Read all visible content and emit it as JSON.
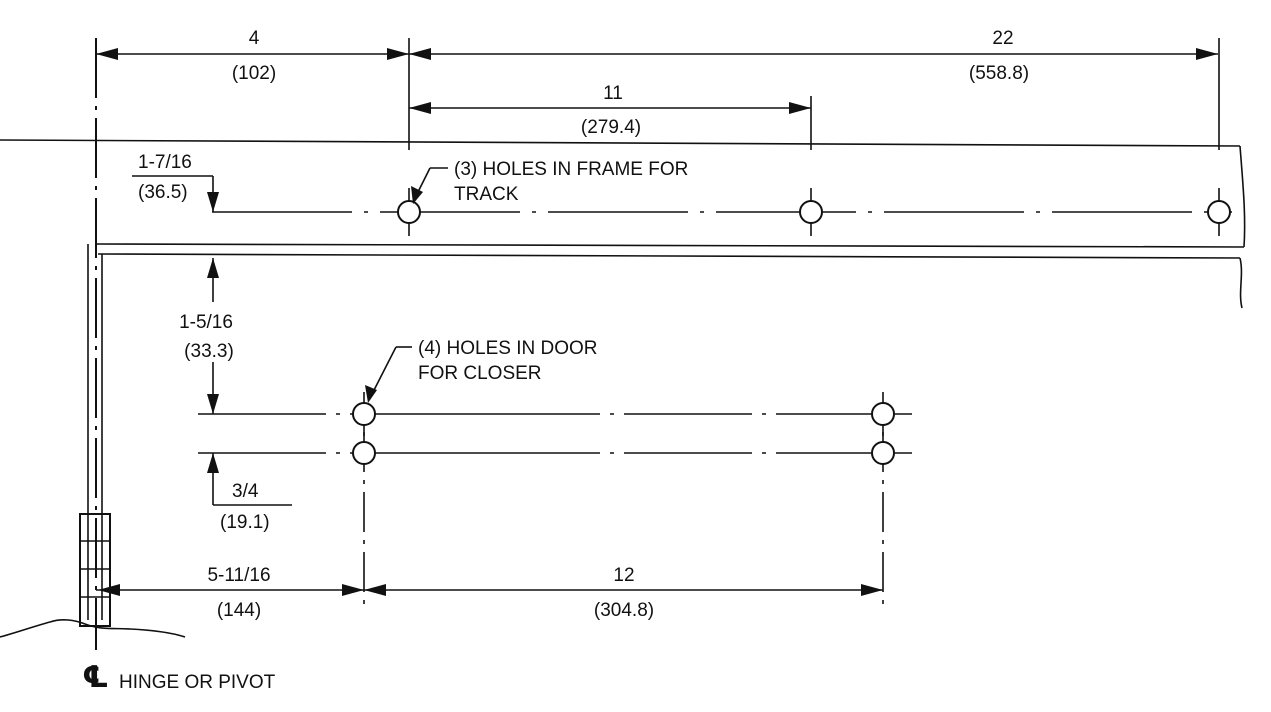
{
  "diagram": {
    "dimensions": {
      "hinge_to_first_track_hole": {
        "fraction": "4",
        "metric": "(102)"
      },
      "track_hole_span": {
        "fraction": "22",
        "metric": "(558.8)"
      },
      "track_hole_center": {
        "fraction": "11",
        "metric": "(279.4)"
      },
      "frame_hole_offset": {
        "fraction": "1-7/16",
        "metric": "(36.5)"
      },
      "door_upper_hole_offset": {
        "fraction": "1-5/16",
        "metric": "(33.3)"
      },
      "door_hole_pair_spacing": {
        "fraction": "3/4",
        "metric": "(19.1)"
      },
      "hinge_to_closer_holes": {
        "fraction": "5-11/16",
        "metric": "(144)"
      },
      "closer_hole_span": {
        "fraction": "12",
        "metric": "(304.8)"
      }
    },
    "callouts": {
      "frame_holes": {
        "line1": "(3) HOLES IN FRAME FOR",
        "line2": "TRACK"
      },
      "door_holes": {
        "line1": "(4) HOLES IN DOOR",
        "line2": "FOR CLOSER"
      }
    },
    "centerline": {
      "symbol": "℄",
      "label": "HINGE OR PIVOT"
    }
  }
}
